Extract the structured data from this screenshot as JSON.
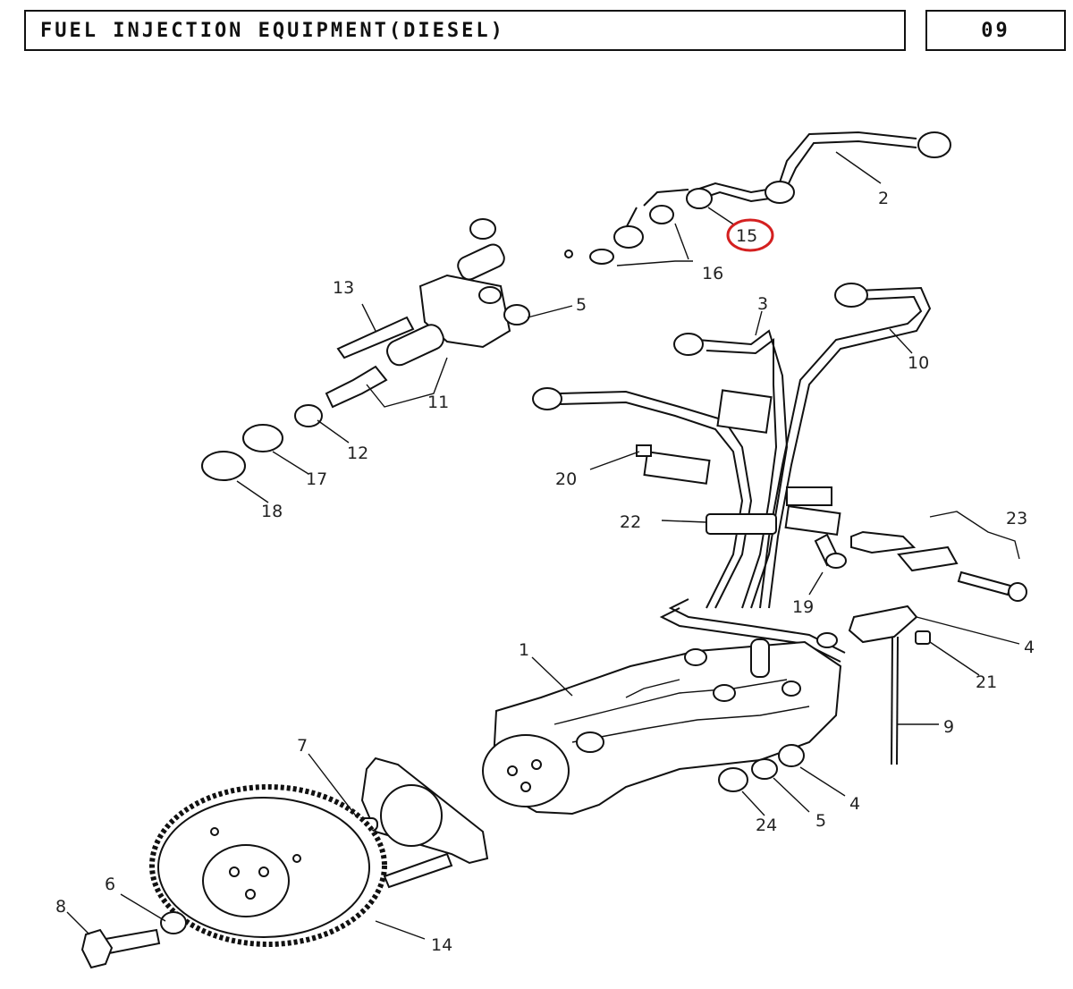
{
  "header": {
    "title": "FUEL INJECTION EQUIPMENT(DIESEL)",
    "page_number": "09"
  },
  "colors": {
    "line": "#111111",
    "highlight": "#d42020"
  },
  "callouts": {
    "c1": "1",
    "c2": "2",
    "c3": "3",
    "c4a": "4",
    "c4b": "4",
    "c5a": "5",
    "c5b": "5",
    "c6": "6",
    "c7": "7",
    "c8": "8",
    "c9": "9",
    "c10": "10",
    "c11": "11",
    "c12": "12",
    "c13": "13",
    "c14": "14",
    "c15": "15",
    "c16": "16",
    "c17": "17",
    "c18": "18",
    "c19": "19",
    "c20": "20",
    "c21": "21",
    "c22": "22",
    "c23": "23",
    "c24": "24"
  },
  "highlighted_callout": "15"
}
